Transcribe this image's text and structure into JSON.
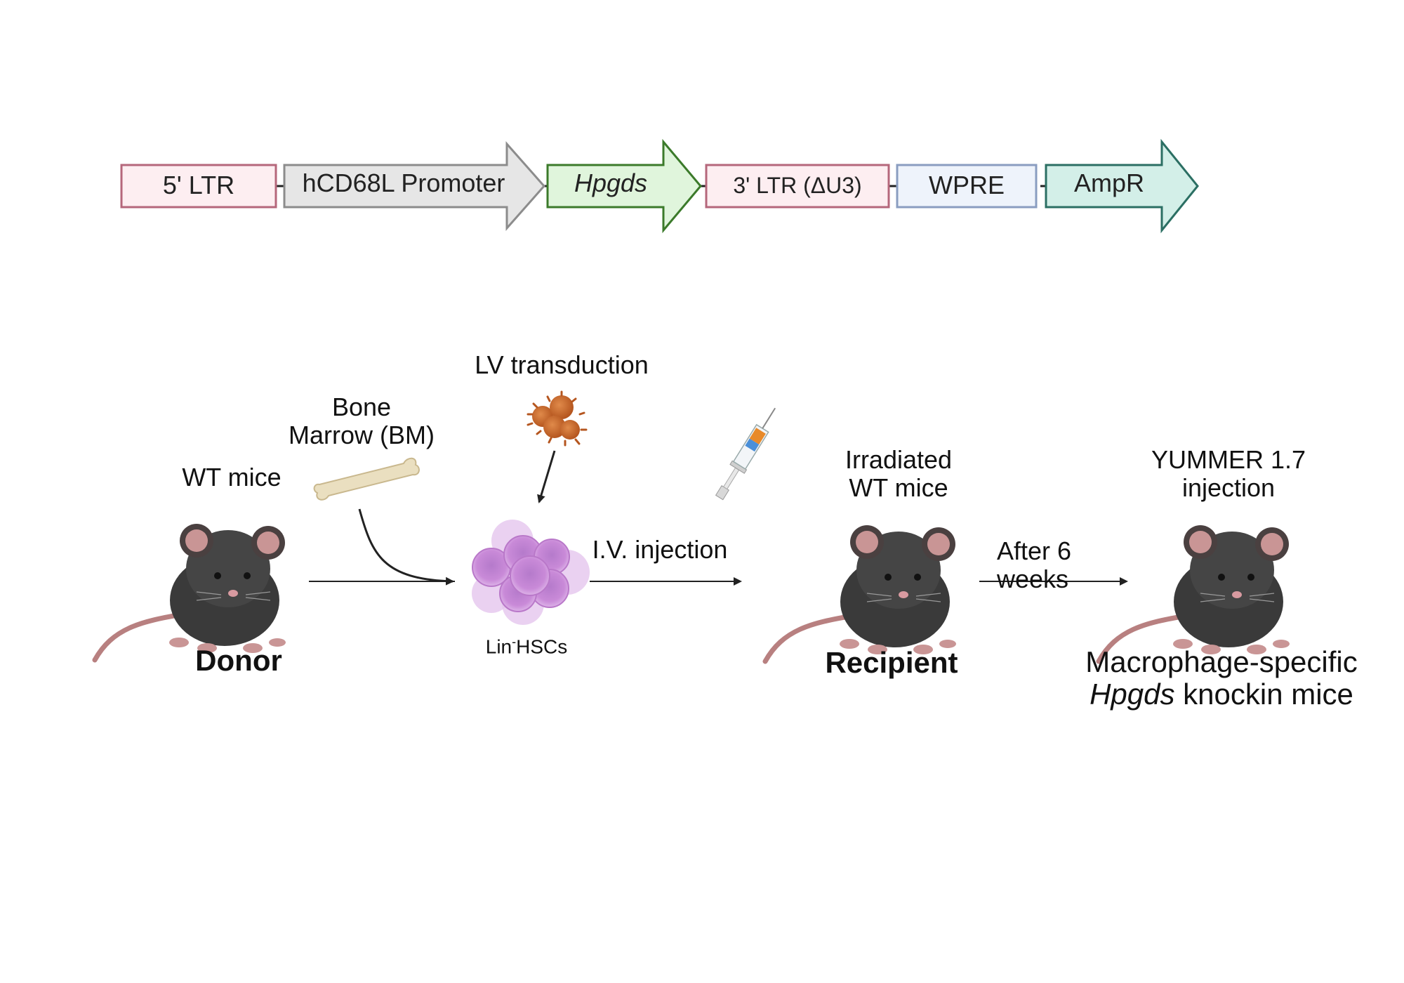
{
  "construct": {
    "segments": [
      {
        "label": "5' LTR",
        "style": "box",
        "fill": "#fdeef1",
        "stroke": "#b5677b",
        "italic": false
      },
      {
        "label": "hCD68L Promoter",
        "style": "arrow",
        "fill": "#e6e6e6",
        "stroke": "#8c8c8c",
        "italic": false
      },
      {
        "label": "Hpgds",
        "style": "arrow",
        "fill": "#e0f5dc",
        "stroke": "#3b7a2a",
        "italic": true
      },
      {
        "label": "3' LTR (ΔU3)",
        "style": "box",
        "fill": "#fdeef1",
        "stroke": "#b5677b",
        "italic": false
      },
      {
        "label": "WPRE",
        "style": "box",
        "fill": "#eef3fb",
        "stroke": "#8a9dc0",
        "italic": false
      },
      {
        "label": "AmpR",
        "style": "arrow",
        "fill": "#d3efe8",
        "stroke": "#2b6f63",
        "italic": false
      }
    ]
  },
  "workflow": {
    "wt_mice_label": "WT mice",
    "donor_label": "Donor",
    "bone_marrow_label_line1": "Bone",
    "bone_marrow_label_line2": "Marrow (BM)",
    "lv_transduction_label": "LV transduction",
    "lin_prefix": "Lin",
    "lin_superscript": "-",
    "lin_suffix": "HSCs",
    "iv_injection_label": "I.V. injection",
    "irradiated_line1": "Irradiated",
    "irradiated_line2": "WT mice",
    "recipient_label": "Recipient",
    "after_weeks_line1": "After 6",
    "after_weeks_line2": "weeks",
    "yummer_line1": "YUMMER 1.7",
    "yummer_line2": "injection",
    "result_line1": "Macrophage-specific",
    "result_gene": "Hpgds",
    "result_line2_suffix": " knockin mice"
  },
  "colors": {
    "mouse_body": "#3a3a3a",
    "mouse_ear": "#b08080",
    "mouse_tail": "#b88080",
    "hsc_cell": "#c98ad8",
    "virus": "#c0652a",
    "bone": "#eadfc0"
  }
}
